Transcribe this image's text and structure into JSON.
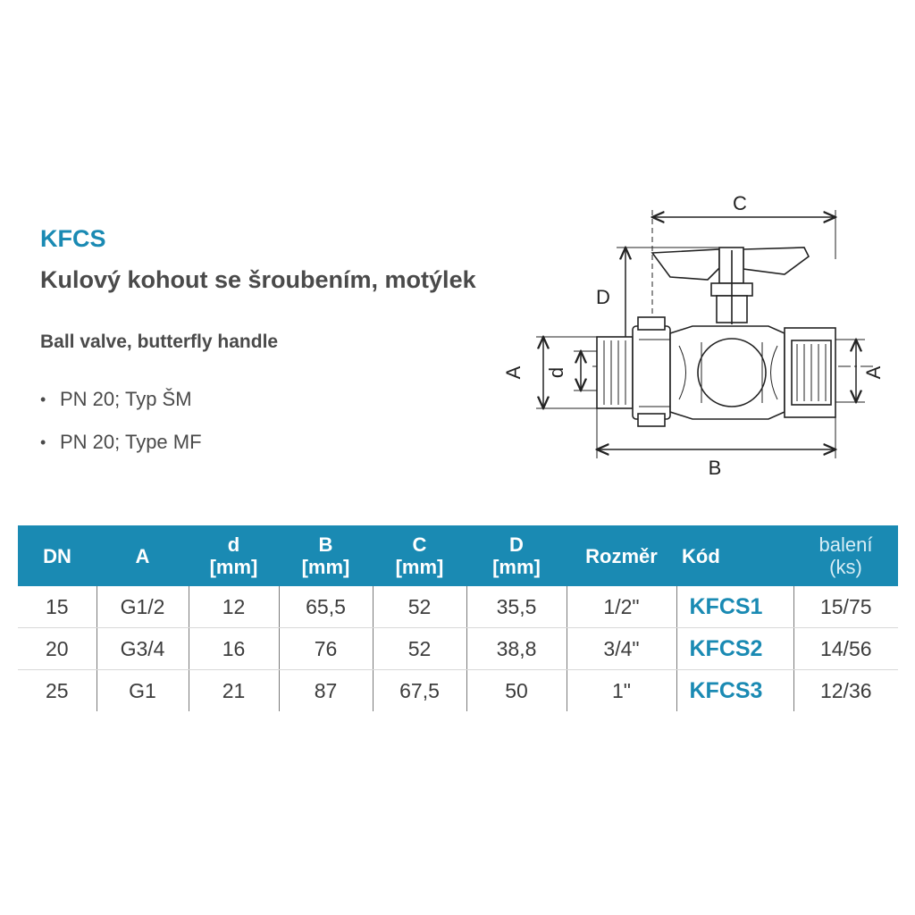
{
  "product": {
    "code": "KFCS",
    "title_cz": "Kulový kohout se šroubením, motýlek",
    "title_en": "Ball valve, butterfly handle",
    "bullets": [
      "PN 20; Typ ŠM",
      "PN 20; Type MF"
    ]
  },
  "drawing": {
    "labels": {
      "c": "C",
      "d": "D",
      "a_left": "A",
      "d_small": "d",
      "a_right": "A",
      "b": "B"
    }
  },
  "table": {
    "headers": [
      {
        "l1": "DN",
        "l2": ""
      },
      {
        "l1": "A",
        "l2": ""
      },
      {
        "l1": "d",
        "l2": "[mm]"
      },
      {
        "l1": "B",
        "l2": "[mm]"
      },
      {
        "l1": "C",
        "l2": "[mm]"
      },
      {
        "l1": "D",
        "l2": "[mm]"
      },
      {
        "l1": "Rozměr",
        "l2": ""
      },
      {
        "l1": "Kód",
        "l2": ""
      },
      {
        "l1": "balení",
        "l2": "(ks)"
      }
    ],
    "rows": [
      [
        "15",
        "G1/2",
        "12",
        "65,5",
        "52",
        "35,5",
        "1/2\"",
        "KFCS1",
        "15/75"
      ],
      [
        "20",
        "G3/4",
        "16",
        "76",
        "52",
        "38,8",
        "3/4\"",
        "KFCS2",
        "14/56"
      ],
      [
        "25",
        "G1",
        "21",
        "87",
        "67,5",
        "50",
        "1\"",
        "KFCS3",
        "12/36"
      ]
    ]
  },
  "colors": {
    "accent": "#1a8ab3",
    "text": "#4a4a4a"
  }
}
